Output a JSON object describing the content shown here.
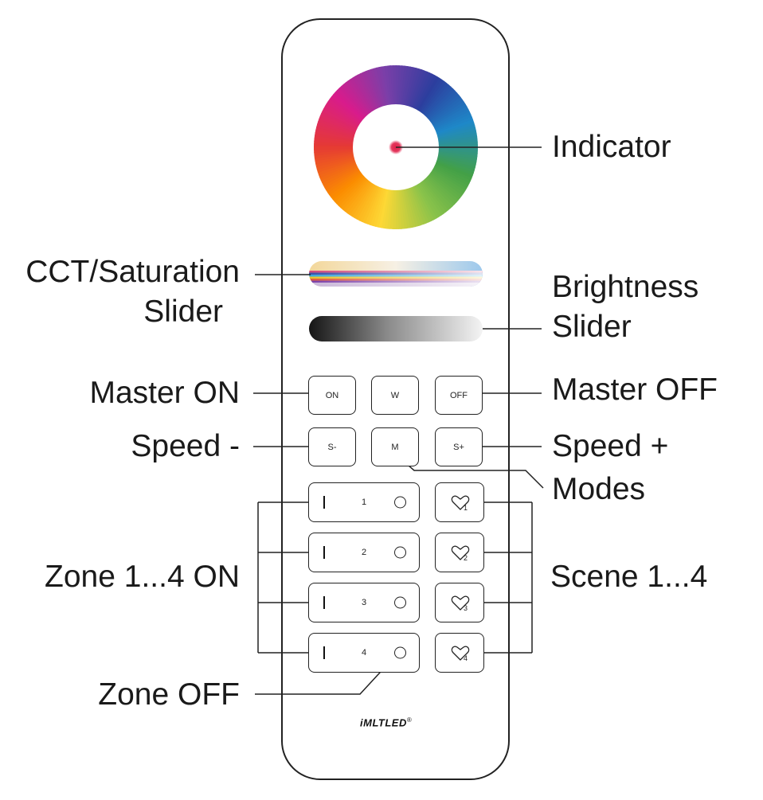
{
  "labels": {
    "indicator": "Indicator",
    "cct_line1": "CCT/Saturation",
    "cct_line2": "Slider",
    "brightness_line1": "Brightness",
    "brightness_line2": "Slider",
    "master_on": "Master ON",
    "master_off": "Master OFF",
    "speed_minus": "Speed -",
    "speed_plus": "Speed +",
    "modes": "Modes",
    "zone_on": "Zone 1...4 ON",
    "scene": "Scene 1...4",
    "zone_off": "Zone OFF"
  },
  "buttons": {
    "on": "ON",
    "w": "W",
    "off": "OFF",
    "s_minus": "S-",
    "m": "M",
    "s_plus": "S+"
  },
  "zones": [
    "1",
    "2",
    "3",
    "4"
  ],
  "scenes": [
    "1",
    "2",
    "3",
    "4"
  ],
  "brand": "iMLTLED",
  "brand_mark": "®",
  "colors": {
    "outline": "#222222",
    "indicator_dot": "#e0204a",
    "ring": [
      "#e53935",
      "#d81b8c",
      "#7b3fa8",
      "#2c3e9e",
      "#1e88c8",
      "#43a047",
      "#8bc34a",
      "#fdd835",
      "#fb8c00",
      "#e53935"
    ]
  }
}
